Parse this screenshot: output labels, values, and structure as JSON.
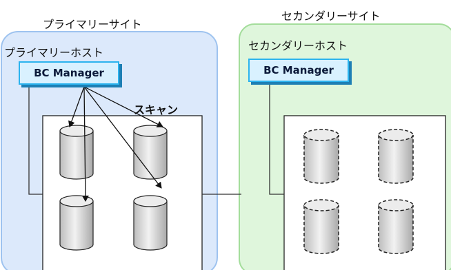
{
  "primary_site": {
    "title": "プライマリーサイト",
    "host_label": "プライマリーホスト",
    "manager_label": "BC Manager",
    "scan_label": "スキャン",
    "region_color": "#dce9fb",
    "region_border": "#9ec3ef"
  },
  "secondary_site": {
    "title": "セカンダリーサイト",
    "host_label": "セカンダリーホスト",
    "manager_label": "BC Manager",
    "region_color": "#dff6dc",
    "region_border": "#a3dd9b"
  },
  "colors": {
    "manager_fill": "#d9f1ff",
    "manager_border": "#2bb3ee",
    "manager_shadow": "#1d7fb4",
    "cylinder_body": "#d6d6d6",
    "cylinder_top": "#ececec"
  },
  "primary_volumes": {
    "count": 4,
    "style": "solid"
  },
  "secondary_volumes": {
    "count": 4,
    "style": "dashed"
  }
}
